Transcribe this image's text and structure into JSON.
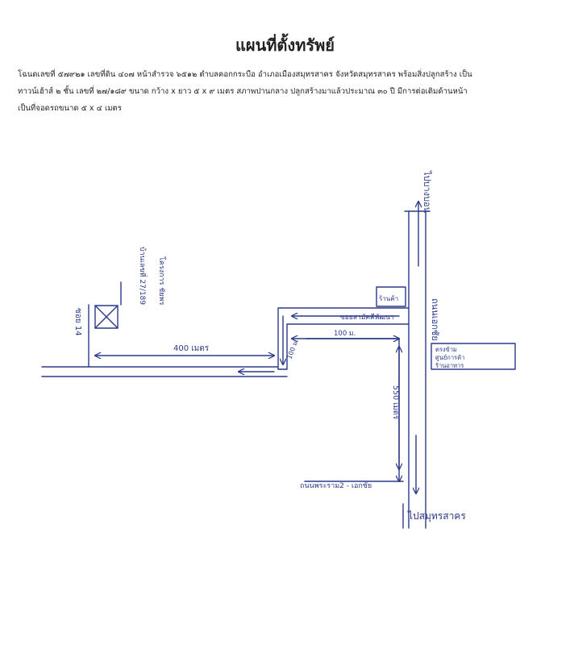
{
  "header": {
    "title": "แผนที่ตั้งทรัพย์",
    "description_lines": [
      "โฉนดเลขที่ ๕๗๙๒๑ เลขที่ดิน ๔๐๗ หน้าสำรวจ ๖๕๑๒ ตำบลคอกกระบือ อำเภอเมืองสมุทรสาคร จังหวัดสมุทรสาคร พร้อมสิ่งปลูกสร้าง เป็น",
      "ทาวน์เฮ้าส์ ๒ ชั้น เลขที่ ๒๗/๑๘๙ ขนาด กว้าง x ยาว ๕ x ๙ เมตร สภาพปานกลาง ปลูกสร้างมาแล้วประมาณ ๓๐ ปี มีการต่อเติมด้านหน้า",
      "เป็นที่จอดรถขนาด ๕ x ๔ เมตร"
    ]
  },
  "map": {
    "labels": {
      "to_bangbon": "ไปบางบอน",
      "main_road": "ถนนเอกชัย",
      "to_samutsakhon": "ไปสมุทรสาคร",
      "soi": "ซอย 14",
      "house_no": "บ้านเลขที่ 27/189",
      "village": "โครงการ ชัยพร",
      "dist_400": "400 เมตร",
      "dist_100_left": "100 ม.",
      "dist_100_top": "100 ม.",
      "dist_550": "550 เมตร",
      "side_road": "ซอยสามัคคีพัฒนา",
      "shop": "ร้านค้า",
      "landmark_line1": "ตรงข้าม",
      "landmark_line2": "ศูนย์การค้า",
      "landmark_line3": "ร้านอาหาร",
      "bottom_road": "ถนนพระราม2 - เอกชัย"
    },
    "colors": {
      "ink": "#2a3a8a",
      "text": "#222222"
    }
  }
}
